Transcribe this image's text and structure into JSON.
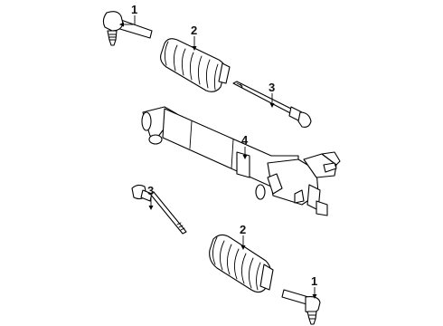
{
  "diagram": {
    "callouts": [
      {
        "id": "tie-rod-end-top",
        "label": "1"
      },
      {
        "id": "boot-top",
        "label": "2"
      },
      {
        "id": "inner-tie-rod-top",
        "label": "3"
      },
      {
        "id": "rack-housing",
        "label": "4"
      },
      {
        "id": "inner-tie-rod-bottom",
        "label": "3"
      },
      {
        "id": "boot-bottom",
        "label": "2"
      },
      {
        "id": "tie-rod-end-bottom",
        "label": "1"
      }
    ]
  }
}
